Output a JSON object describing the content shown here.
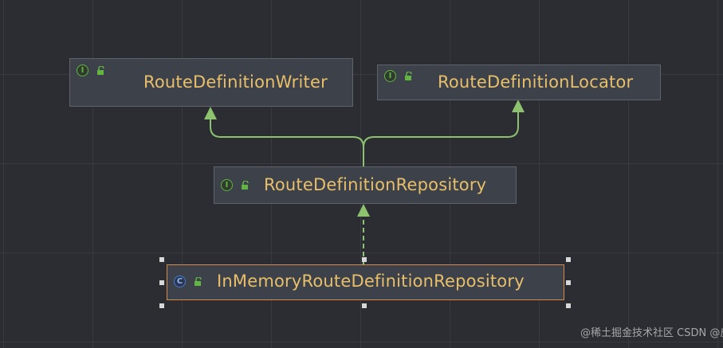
{
  "diagram": {
    "nodes": [
      {
        "id": "writer",
        "kind": "interface",
        "badge": "I",
        "label": "RouteDefinitionWriter"
      },
      {
        "id": "locator",
        "kind": "interface",
        "badge": "I",
        "label": "RouteDefinitionLocator"
      },
      {
        "id": "repository",
        "kind": "interface",
        "badge": "I",
        "label": "RouteDefinitionRepository"
      },
      {
        "id": "inmemory",
        "kind": "class",
        "badge": "C",
        "label": "InMemoryRouteDefinitionRepository",
        "selected": true
      }
    ],
    "edges": [
      {
        "from": "repository",
        "to": "writer",
        "type": "extends"
      },
      {
        "from": "repository",
        "to": "locator",
        "type": "extends"
      },
      {
        "from": "inmemory",
        "to": "repository",
        "type": "implements"
      }
    ],
    "colors": {
      "background": "#2b2d33",
      "node_fill": "#3d414a",
      "label": "#e8bf6a",
      "edge": "#8dc26f",
      "selection": "#d68a4a"
    }
  },
  "watermark": "@稀土掘金技术社区 CSDN @皮特猫"
}
